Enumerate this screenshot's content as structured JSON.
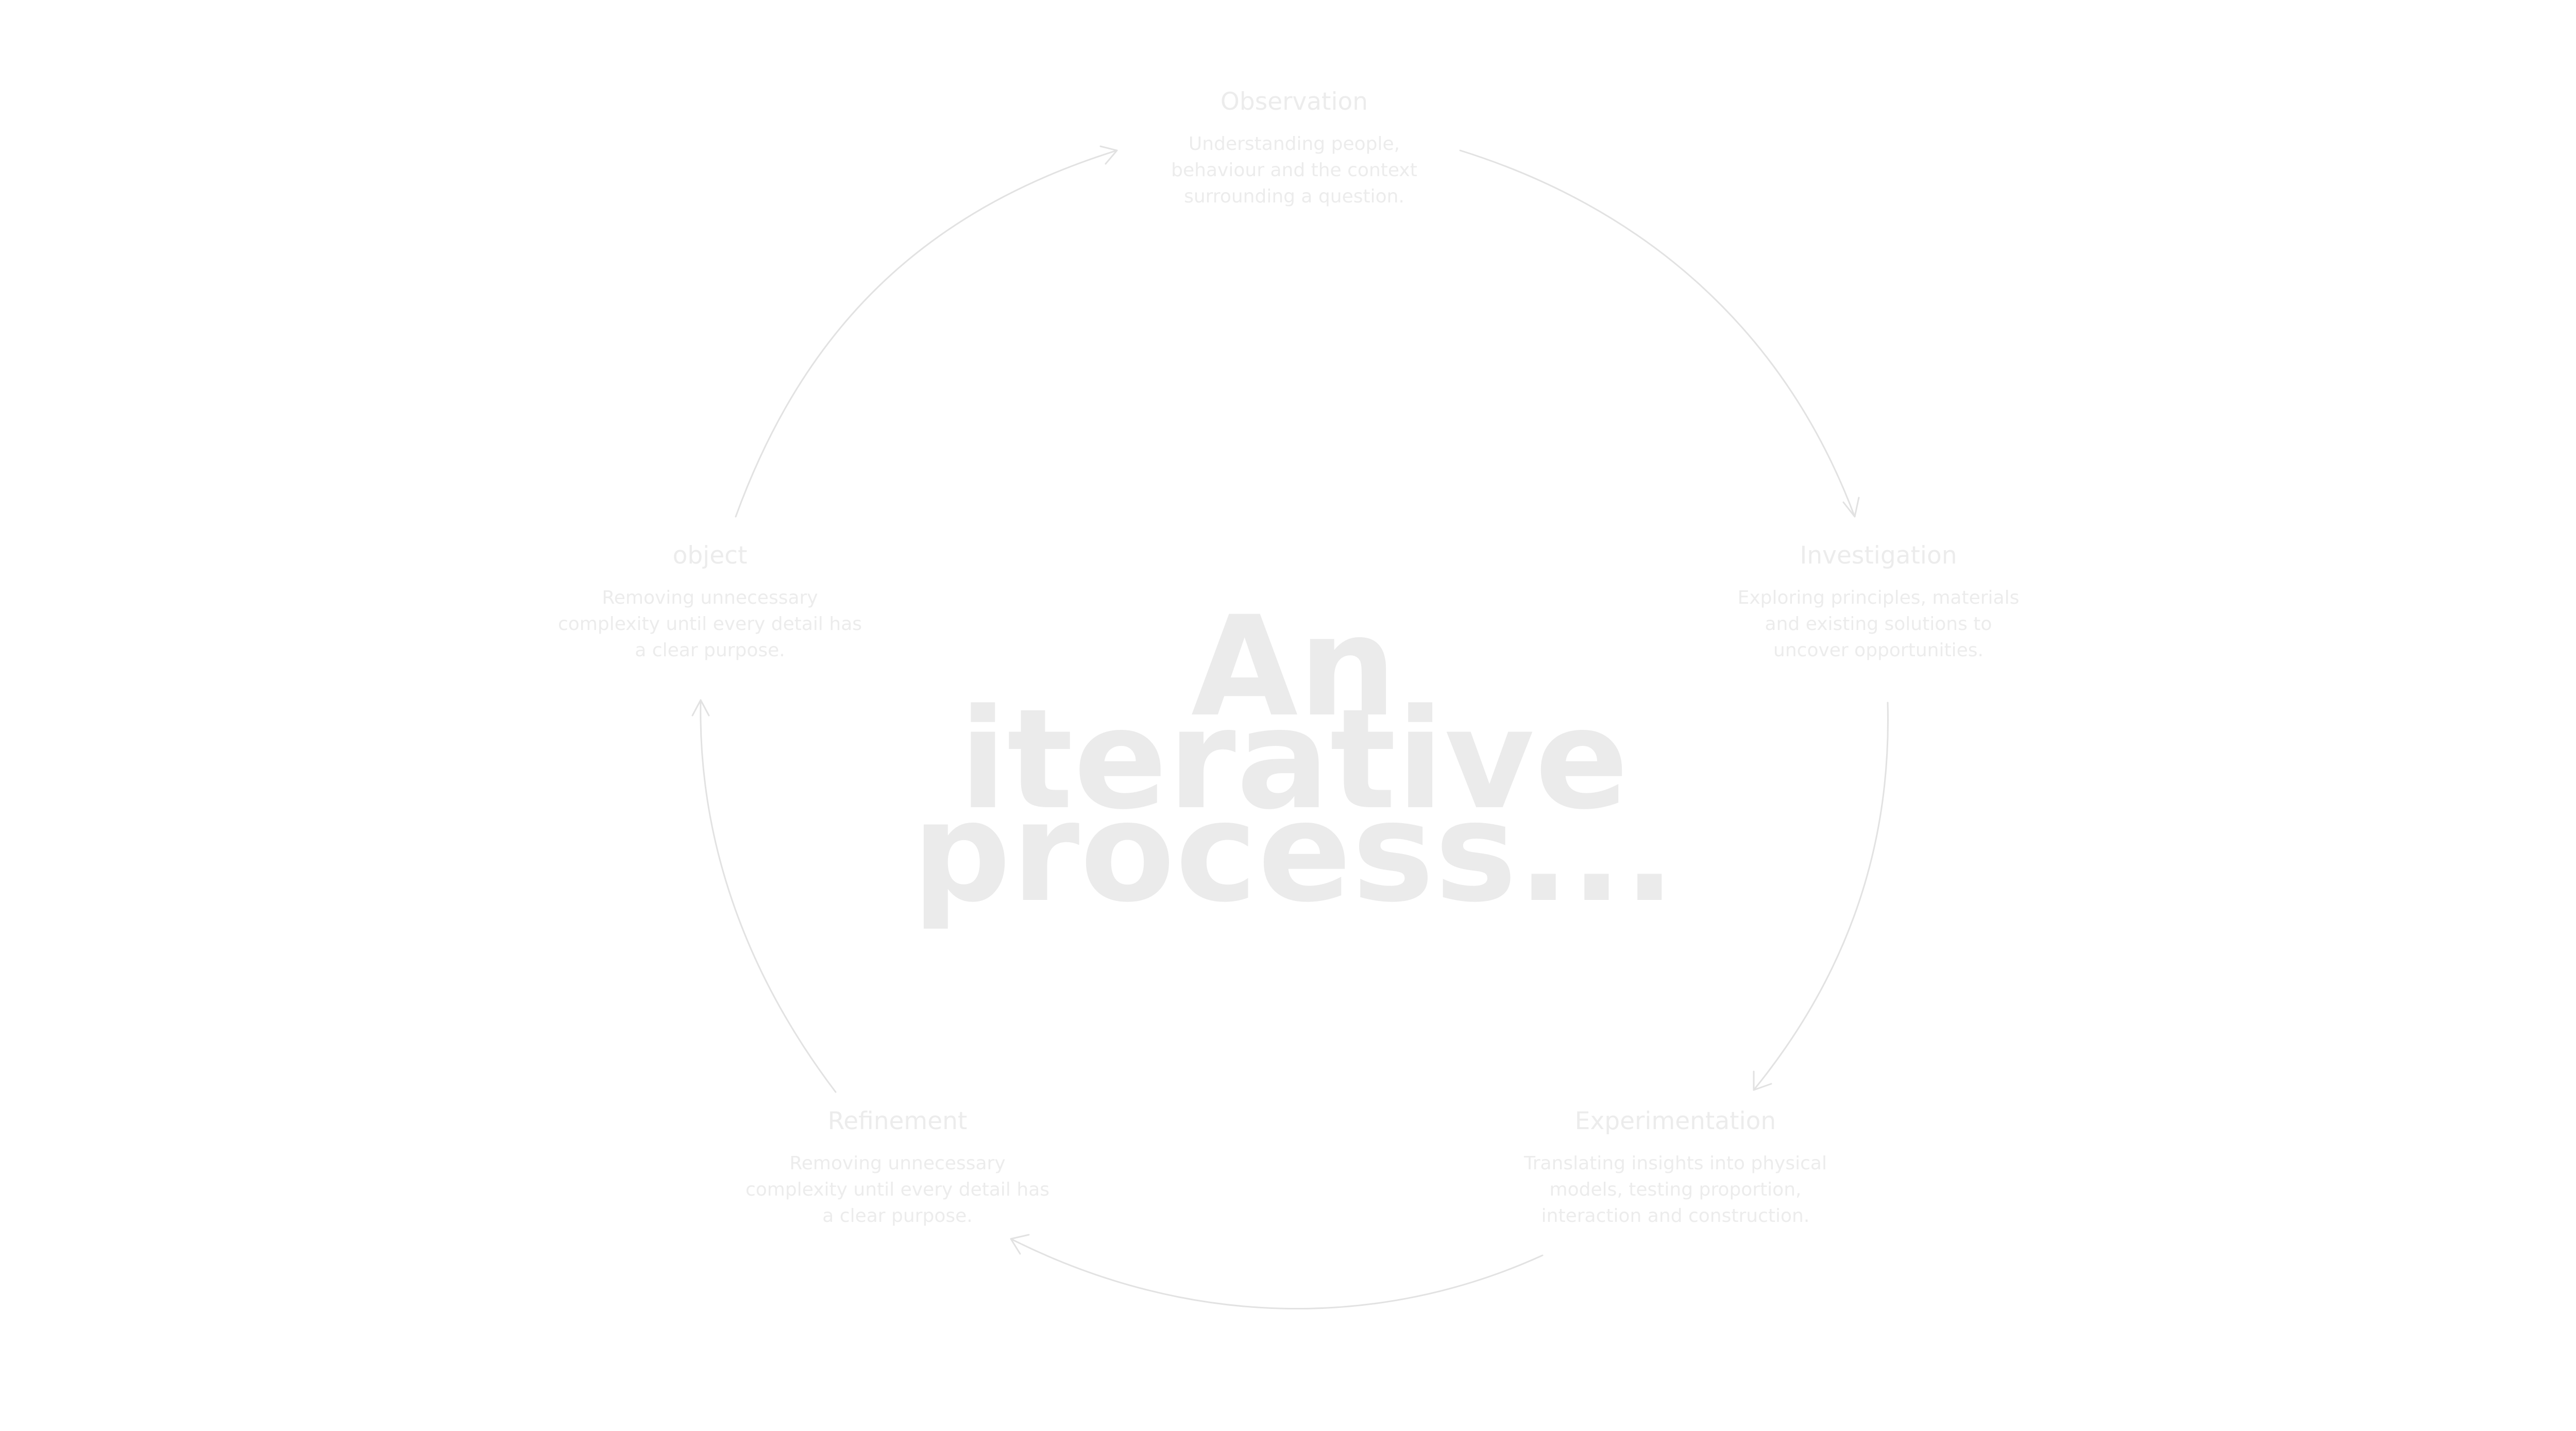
{
  "heading": {
    "line1": "An iterative",
    "line2": "process..."
  },
  "stages": [
    {
      "key": "observation",
      "title": "Observation",
      "desc": "Understanding people, behaviour and the context surrounding a question."
    },
    {
      "key": "investigation",
      "title": "Investigation",
      "desc": "Exploring principles, materials and existing solutions to uncover opportunities."
    },
    {
      "key": "experimentation",
      "title": "Experimentation",
      "desc": "Translating insights into physical models, testing proportion, interaction and construction."
    },
    {
      "key": "refinement",
      "title": "Refinement",
      "desc": "Removing unnecessary complexity until every detail has a clear purpose."
    },
    {
      "key": "object",
      "title": "object",
      "desc": "Removing unnecessary complexity until every detail has a clear purpose."
    }
  ],
  "colors": {
    "background": "#ffffff",
    "text": "#ececec",
    "connector": "#e2e2e2"
  }
}
